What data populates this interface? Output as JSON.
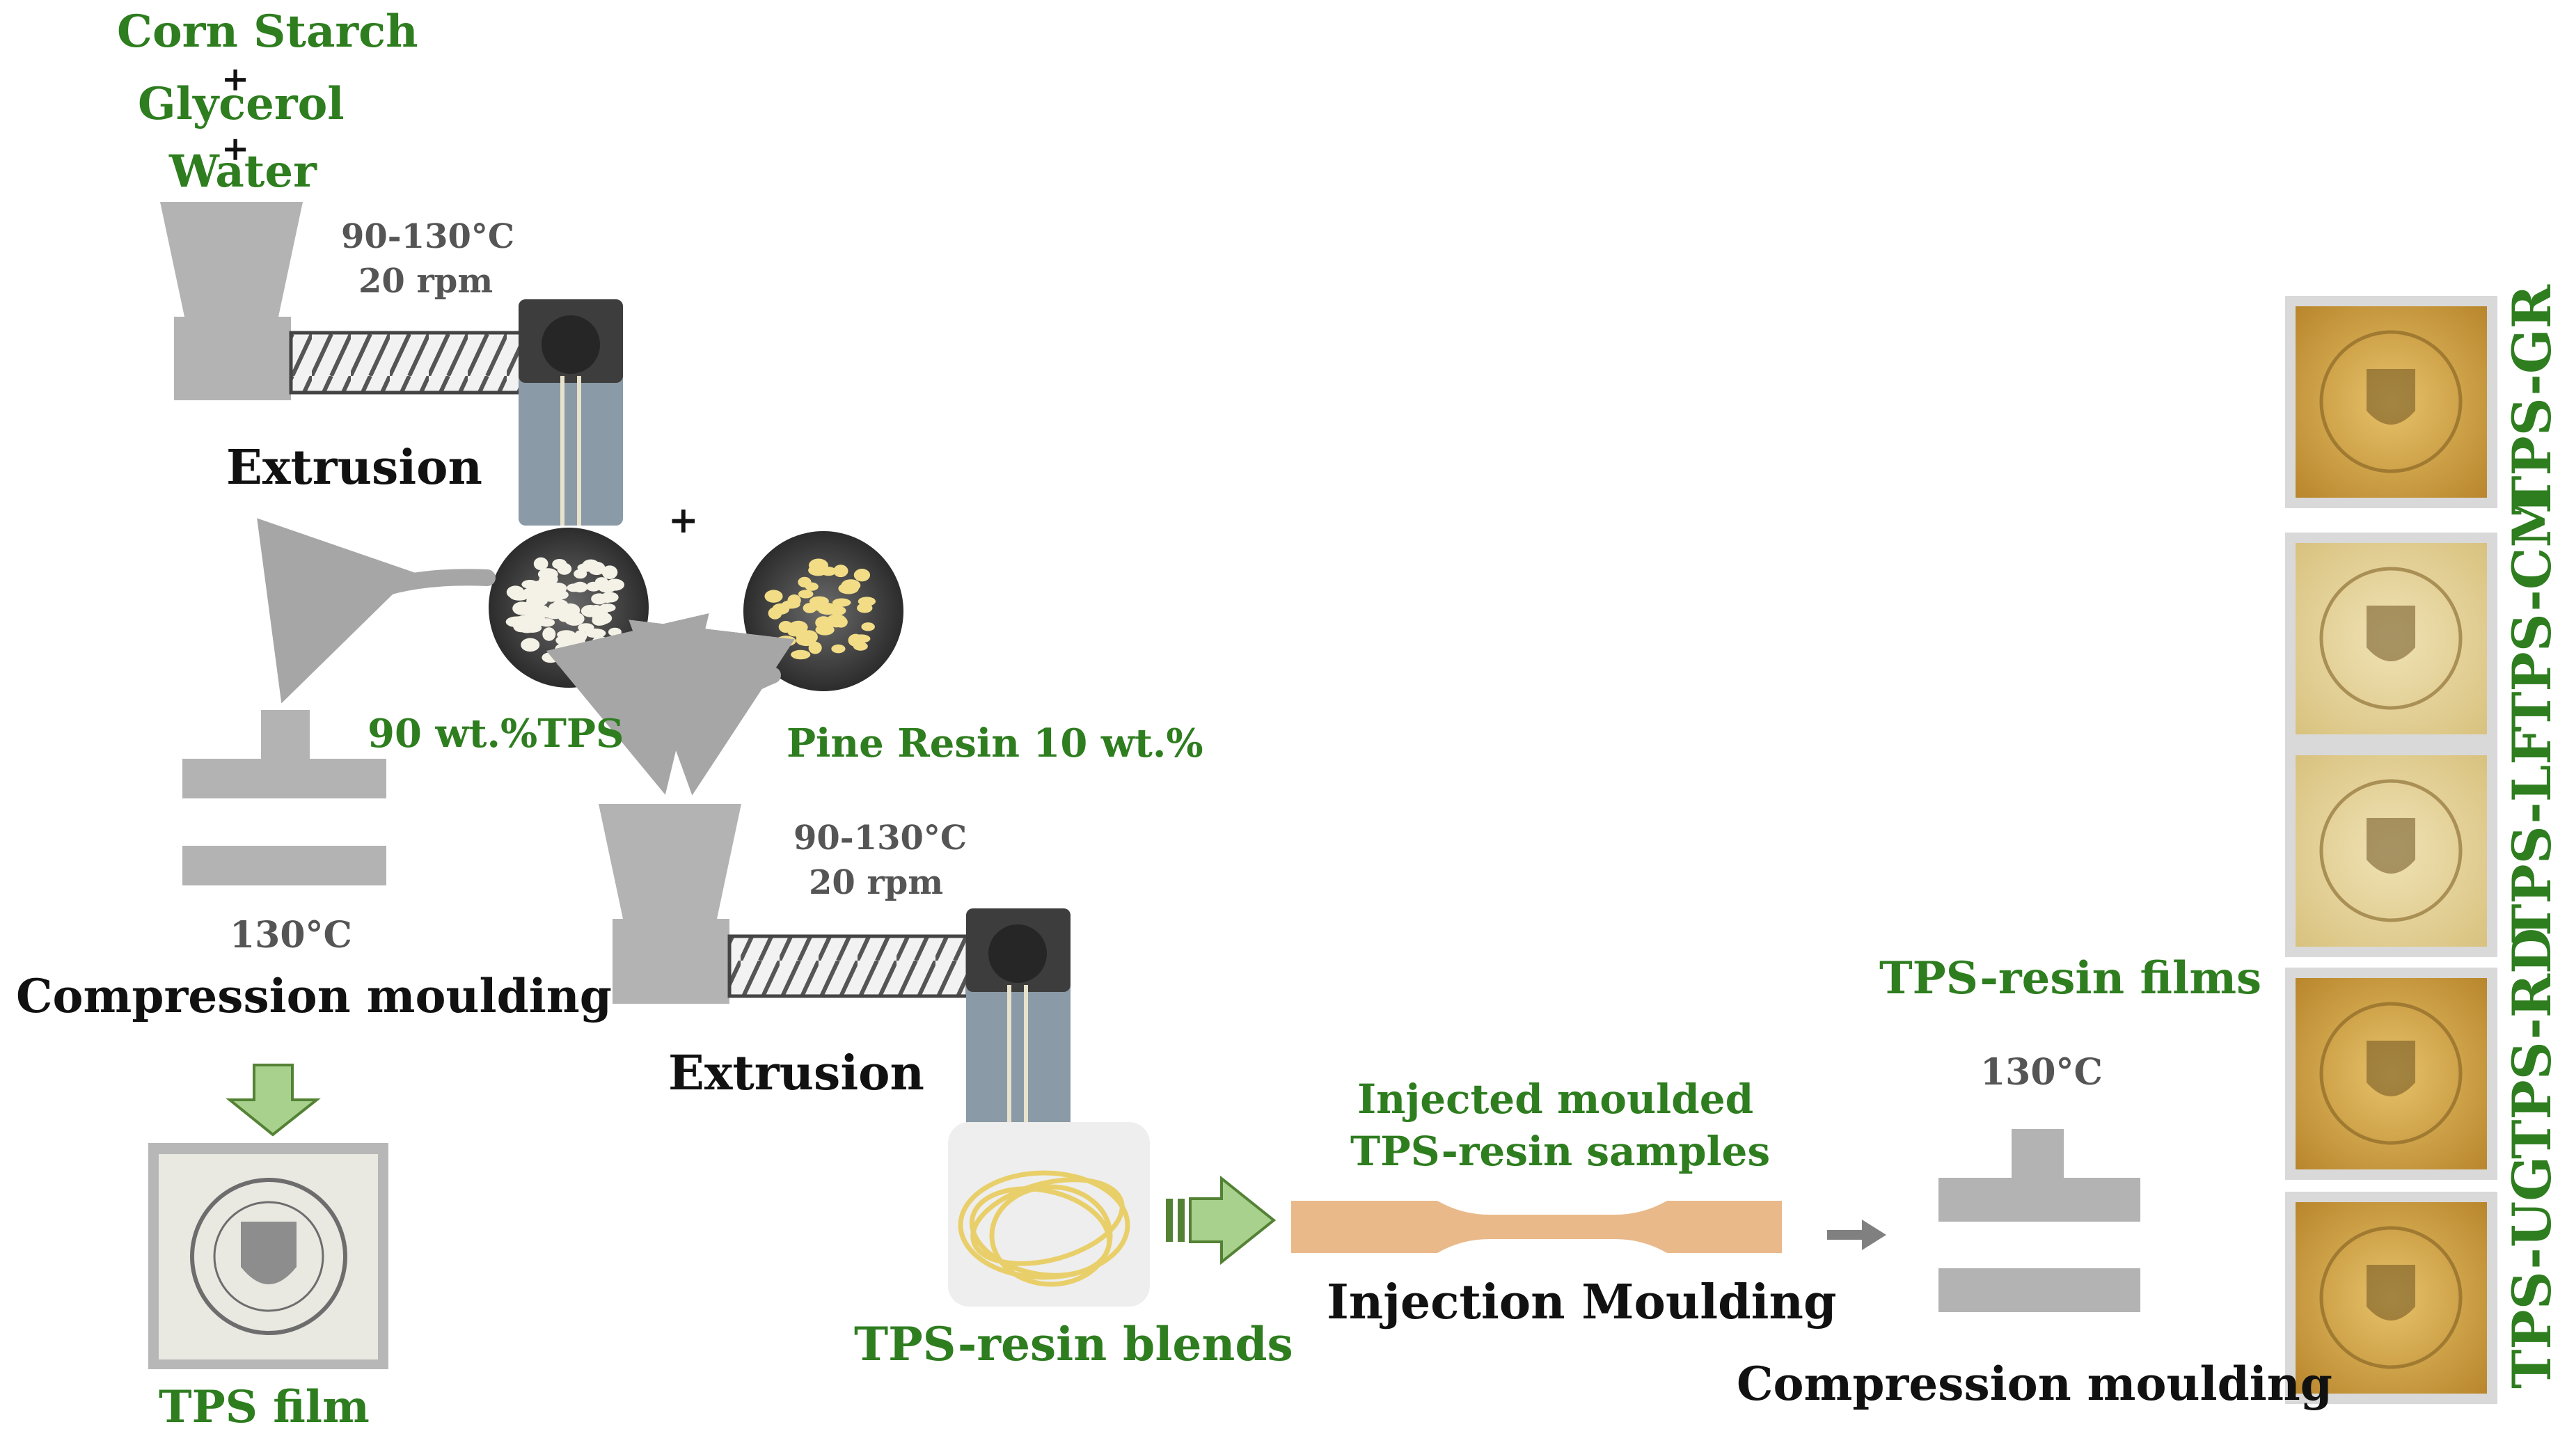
{
  "ingredients": [
    "Corn Starch",
    "Glycerol",
    "Water"
  ],
  "plus_sign": "+",
  "extruder1": {
    "temperature": "90-130°C",
    "speed": "20 rpm",
    "label": "Extrusion"
  },
  "extruder2": {
    "temperature": "90-130°C",
    "speed": "20 rpm",
    "label": "Extrusion"
  },
  "tps_pellets_label": "90 wt.%TPS",
  "pine_resin_label": "Pine Resin 10 wt.%",
  "press1": {
    "temperature": "130°C",
    "label": "Compression moulding"
  },
  "tps_film_label": "TPS film",
  "blends_label": "TPS-resin blends",
  "injected_samples_label": [
    "Injected moulded",
    "TPS-resin samples"
  ],
  "injection_label": "Injection Moulding",
  "press2": {
    "temperature": "130°C",
    "label": "Compression moulding"
  },
  "films_label": "TPS-resin films",
  "film_samples": [
    "TPS-GR",
    "TPS-CM",
    "TPS-LF",
    "TPS-RD",
    "TPS-UG"
  ],
  "colors": {
    "label_green": "#2e7d1f",
    "machine_grey": "#b3b3b3",
    "arrow_green": "#a9d18e",
    "arrow_green_border": "#548235",
    "tensile_bar": "#e9b98a",
    "resin_film": "#d2a23c"
  }
}
